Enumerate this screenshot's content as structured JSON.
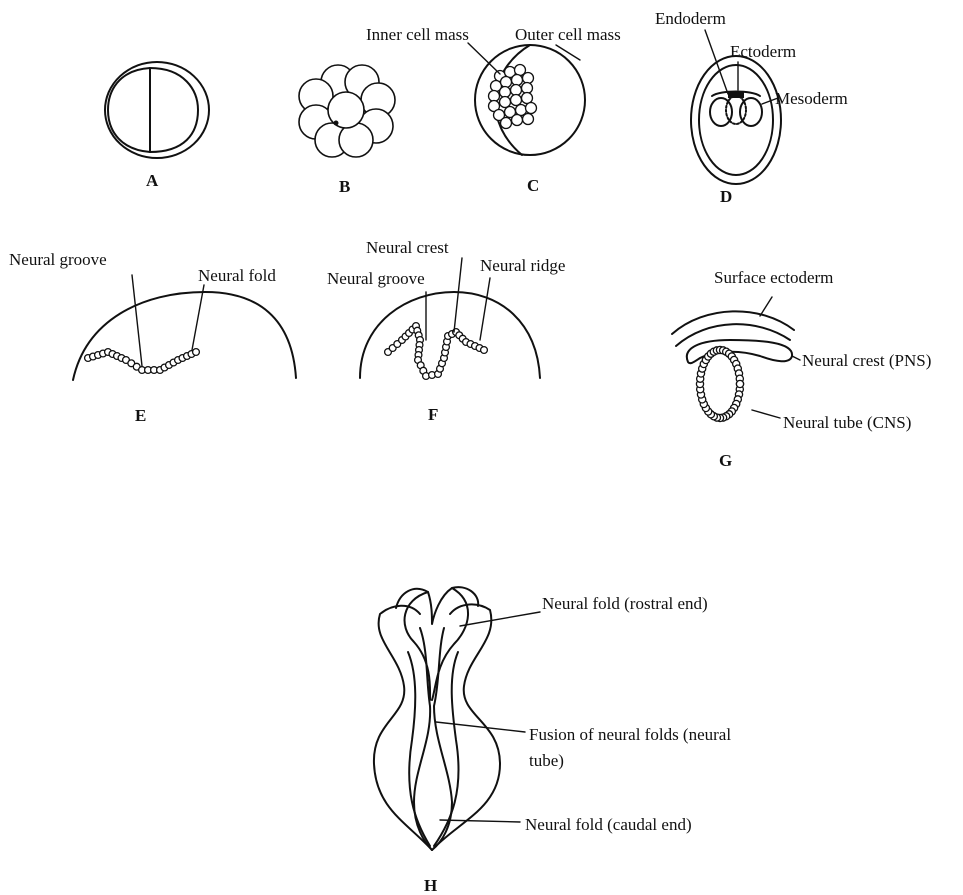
{
  "panels": {
    "a": {
      "letter": "A"
    },
    "b": {
      "letter": "B"
    },
    "c": {
      "letter": "C",
      "inner": "Inner cell mass",
      "outer": "Outer cell mass"
    },
    "d": {
      "letter": "D",
      "endoderm": "Endoderm",
      "ectoderm": "Ectoderm",
      "mesoderm": "Mesoderm"
    },
    "e": {
      "letter": "E",
      "groove": "Neural groove",
      "fold": "Neural fold"
    },
    "f": {
      "letter": "F",
      "crest": "Neural crest",
      "groove": "Neural groove",
      "ridge": "Neural ridge"
    },
    "g": {
      "letter": "G",
      "surface": "Surface ectoderm",
      "crest": "Neural crest (PNS)",
      "tube": "Neural tube (CNS)"
    },
    "h": {
      "letter": "H",
      "rostral": "Neural fold (rostral end)",
      "fusion1": "Fusion of neural folds (neural",
      "fusion2": "tube)",
      "caudal": "Neural fold (caudal end)"
    }
  }
}
